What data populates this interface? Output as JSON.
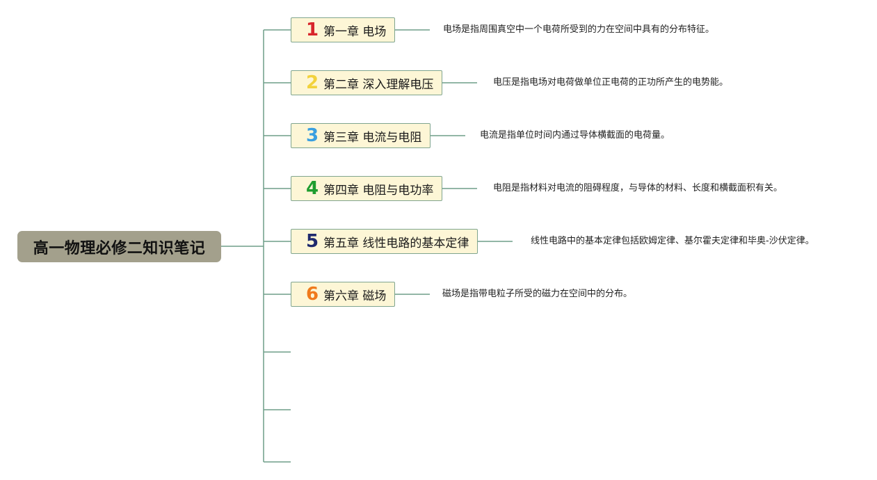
{
  "root": {
    "title": "高一物理必修二知识笔记"
  },
  "topics": [
    {
      "number": "1",
      "number_color": "#d8262c",
      "label": "第一章 电场",
      "note": "电场是指周围真空中一个电荷所受到的力在空间中具有的分布特征。"
    },
    {
      "number": "2",
      "number_color": "#f2d23c",
      "label": "第二章 深入理解电压",
      "note": "电压是指电场对电荷做单位正电荷的正功所产生的电势能。"
    },
    {
      "number": "3",
      "number_color": "#3a9fe0",
      "label": "第三章 电流与电阻",
      "note": "电流是指单位时间内通过导体横截面的电荷量。"
    },
    {
      "number": "4",
      "number_color": "#1f9d2f",
      "label": "第四章 电阻与电功率",
      "note": "电阻是指材料对电流的阻碍程度，与导体的材料、长度和横截面积有关。"
    },
    {
      "number": "5",
      "number_color": "#1f2a6e",
      "label": "第五章 线性电路的基本定律",
      "note": "线性电路中的基本定律包括欧姆定律、基尔霍夫定律和毕奥-沙伏定律。"
    },
    {
      "number": "6",
      "number_color": "#f07a1c",
      "label": "第六章 磁场",
      "note": "磁场是指带电粒子所受的磁力在空间中的分布。"
    }
  ],
  "empty_branches": 3,
  "colors": {
    "connector": "#6f9e89",
    "topic_fill": "#fdf6d6",
    "root_fill": "#a3a08c"
  }
}
